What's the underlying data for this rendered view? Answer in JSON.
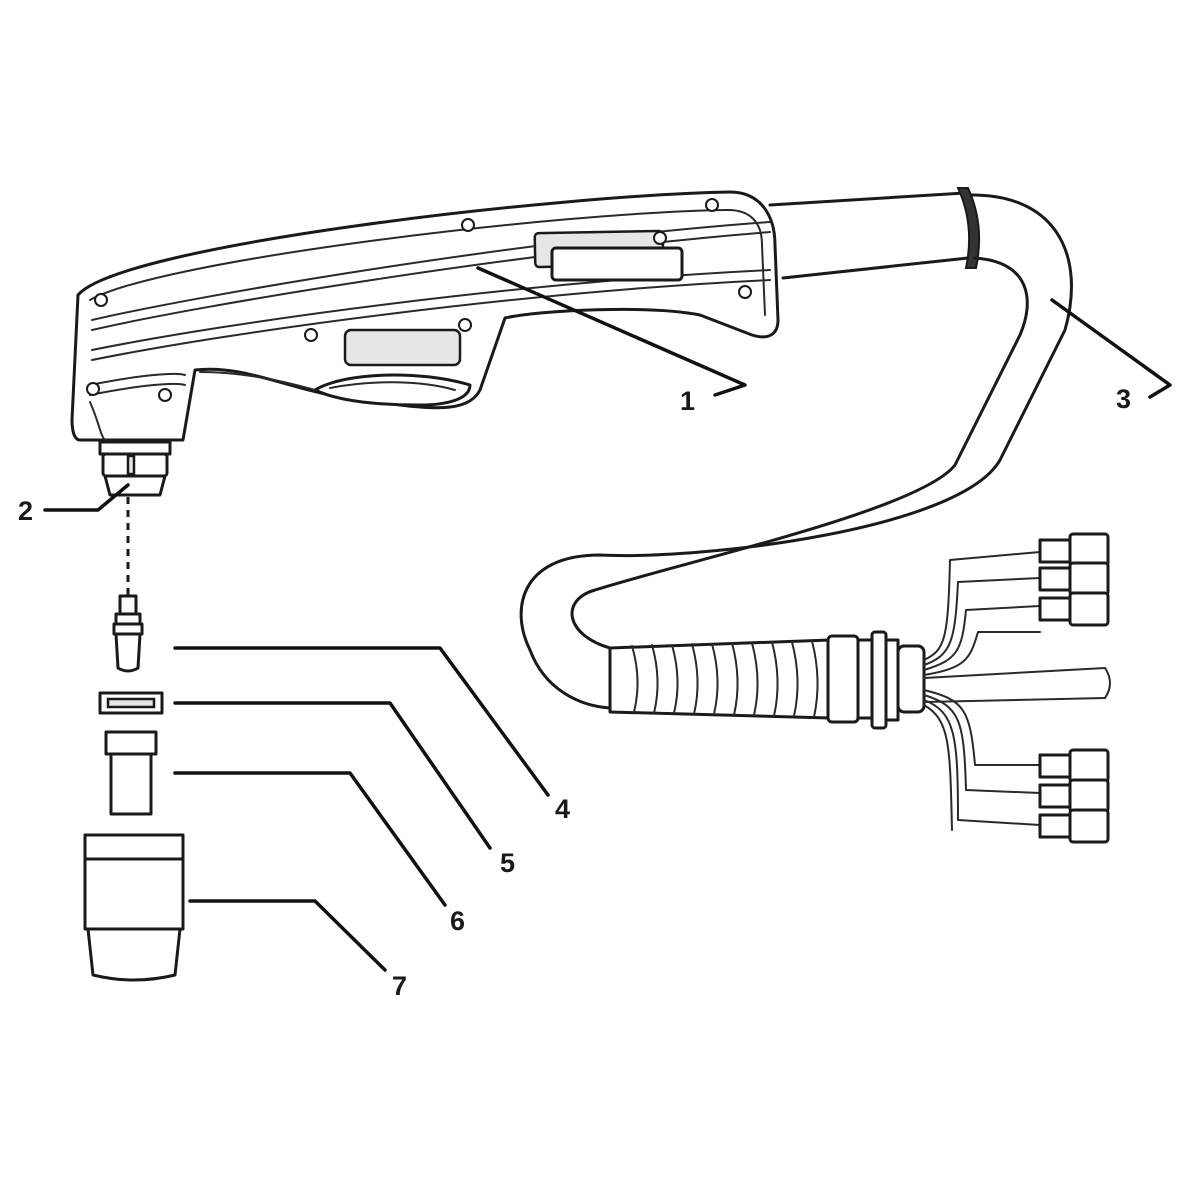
{
  "callouts": [
    {
      "id": "1",
      "text": "1"
    },
    {
      "id": "2",
      "text": "2"
    },
    {
      "id": "3",
      "text": "3"
    },
    {
      "id": "4",
      "text": "4"
    },
    {
      "id": "5",
      "text": "5"
    },
    {
      "id": "6",
      "text": "6"
    },
    {
      "id": "7",
      "text": "7"
    }
  ],
  "colors": {
    "line": "#1a1a1a",
    "background": "#ffffff",
    "shade": "#e6e6e6"
  }
}
